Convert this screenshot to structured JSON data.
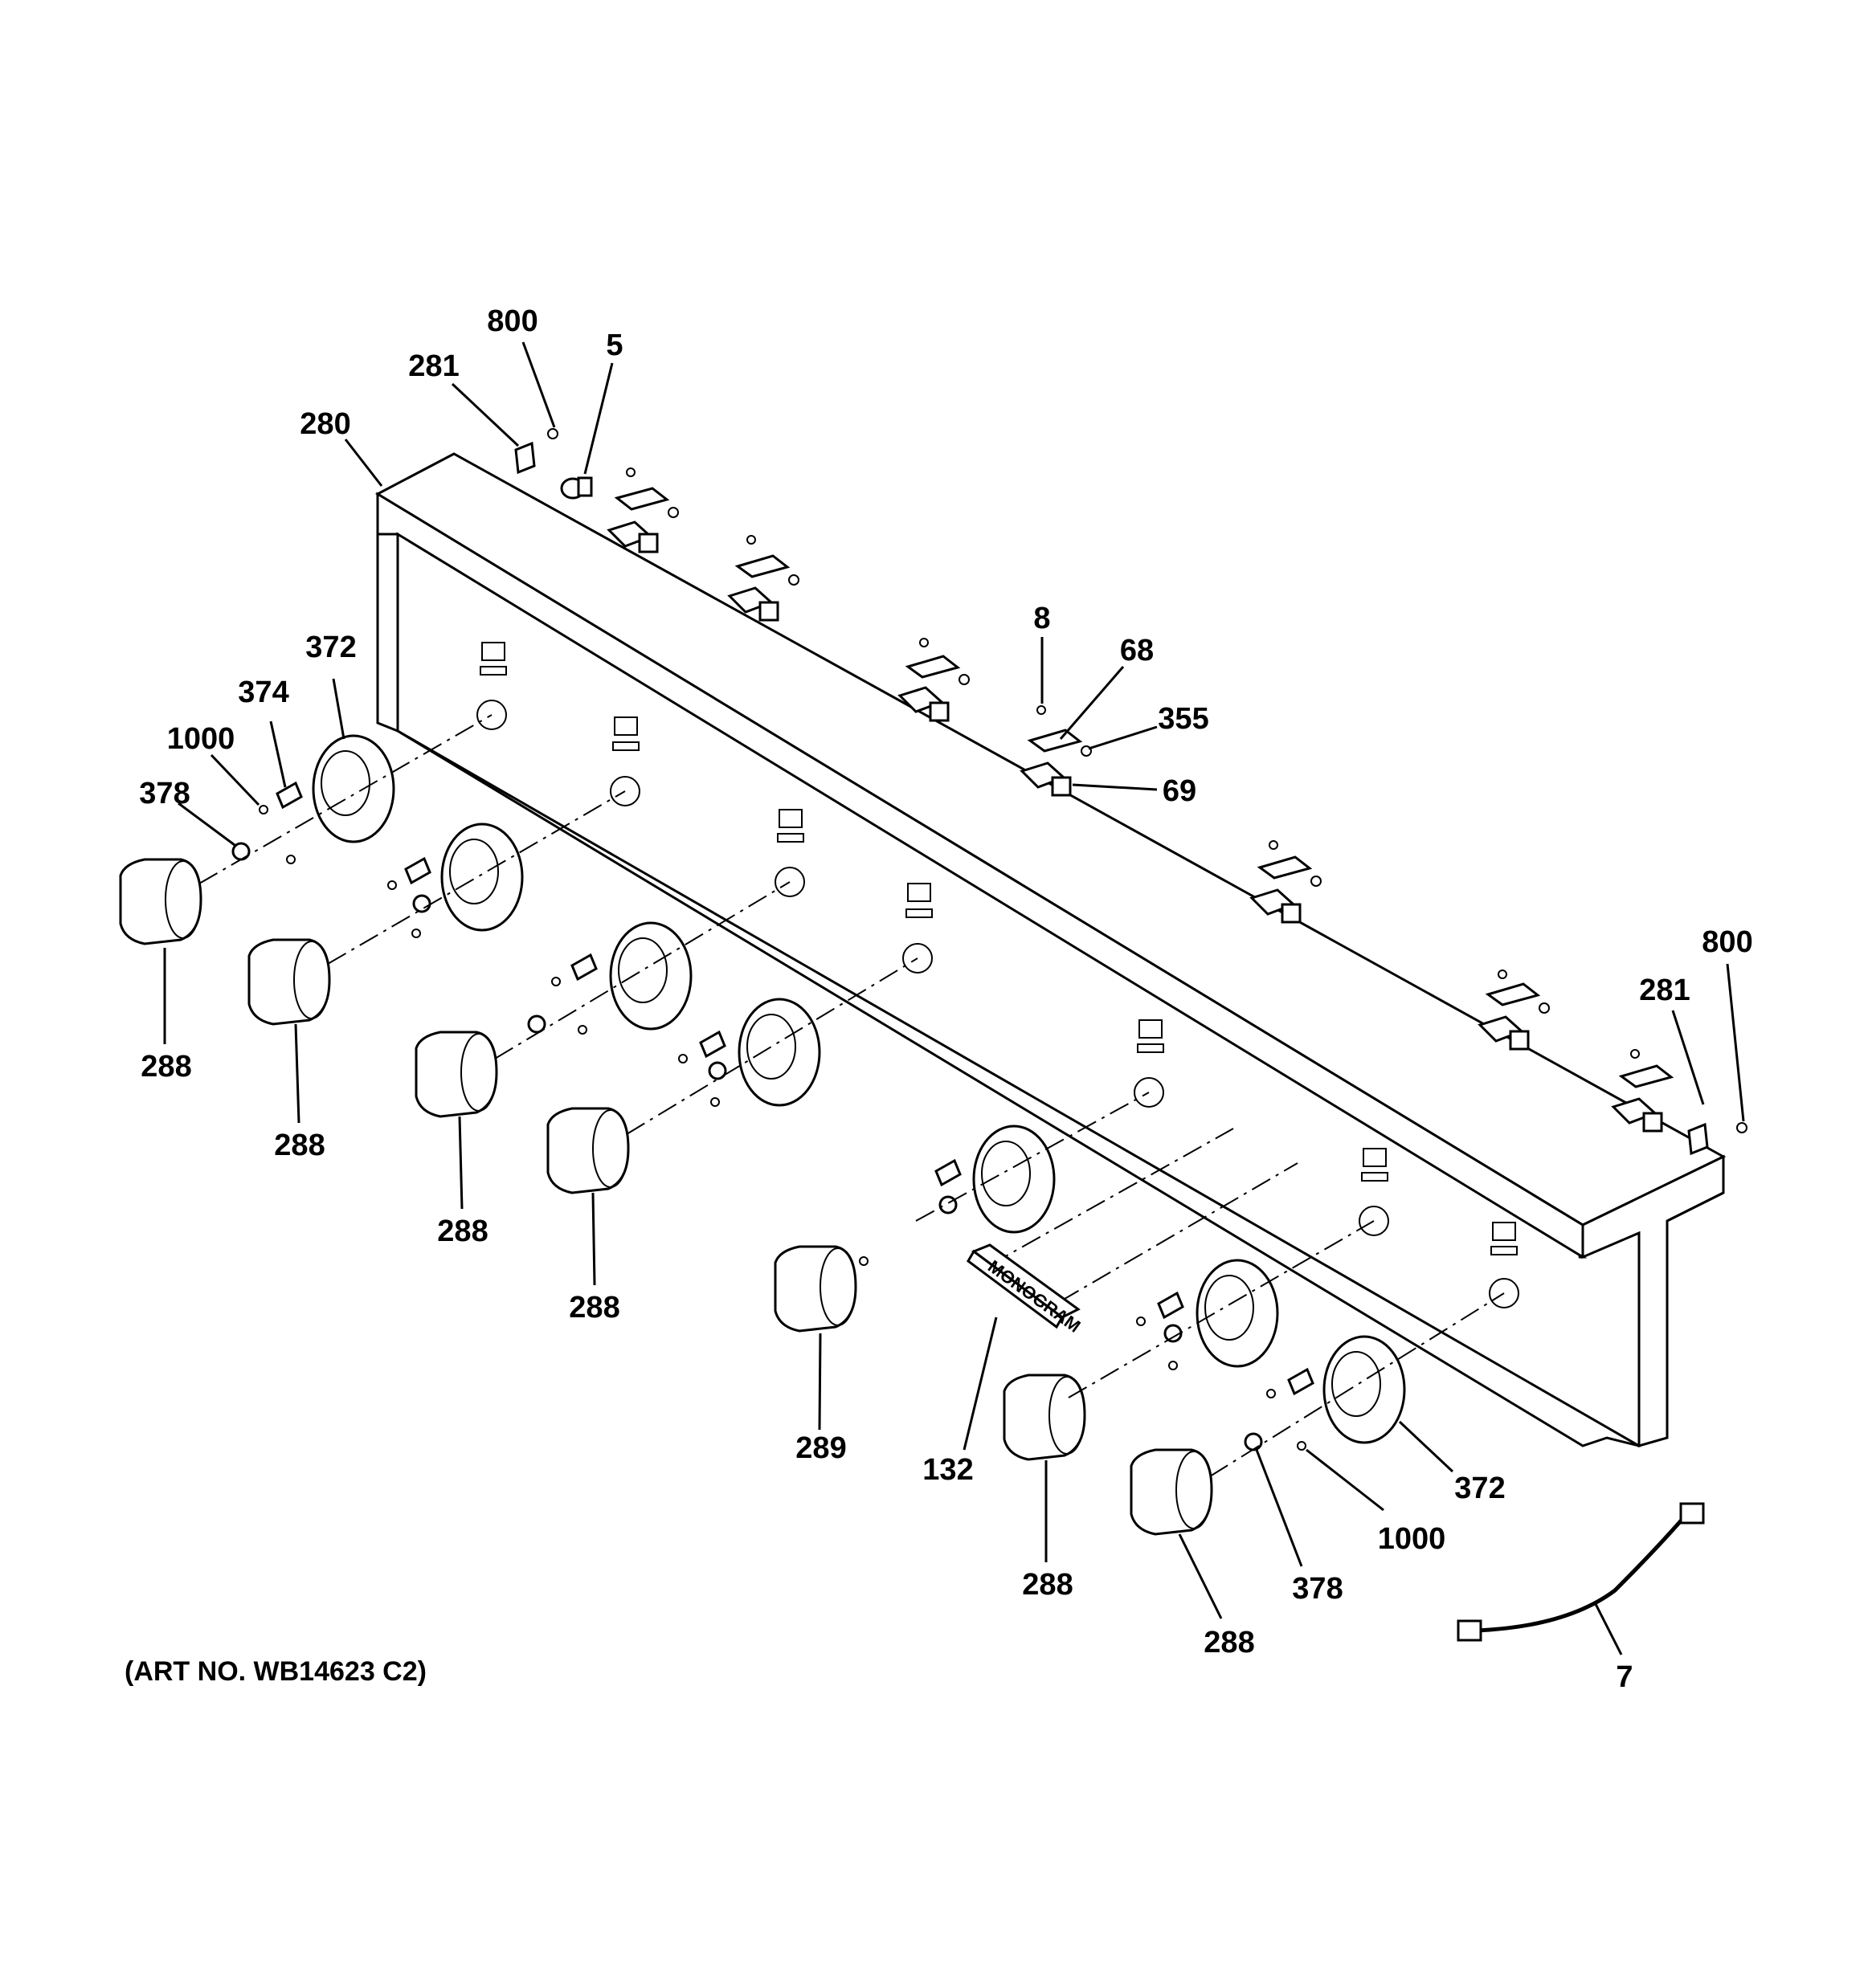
{
  "diagram": {
    "art_number": "(ART NO. WB14623 C2)",
    "nameplate_text": "MONOGRAM",
    "labels": {
      "800_top": "800",
      "5": "5",
      "281_top": "281",
      "280": "280",
      "372_left": "372",
      "374": "374",
      "1000_left": "1000",
      "378_left": "378",
      "288_a": "288",
      "288_b": "288",
      "288_c": "288",
      "288_d": "288",
      "8": "8",
      "68": "68",
      "355": "355",
      "69": "69",
      "800_right": "800",
      "281_right": "281",
      "289": "289",
      "132": "132",
      "288_e": "288",
      "288_f": "288",
      "378_right": "378",
      "1000_right": "1000",
      "372_right": "372",
      "7": "7"
    }
  }
}
